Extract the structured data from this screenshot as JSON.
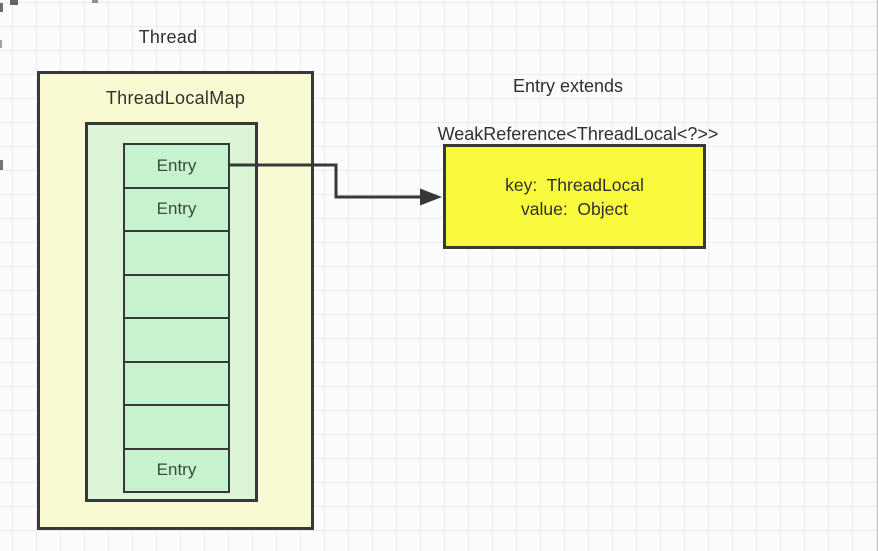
{
  "palette": {
    "canvas_bg": "#fcfcfc",
    "grid_line": "#ececec",
    "border": "#383838",
    "map_fill": "#fafad2",
    "table_fill": "#dcf5d6",
    "cell_fill": "#c6f2ce",
    "entry_fill": "#fafa3d"
  },
  "thread": {
    "label": "Thread"
  },
  "map": {
    "title": "ThreadLocalMap"
  },
  "stack": {
    "cells": [
      "Entry",
      "Entry",
      "",
      "",
      "",
      "",
      "",
      "Entry"
    ]
  },
  "note": {
    "line1": "Entry extends",
    "line2": "WeakReference<ThreadLocal<?>>"
  },
  "entry_box": {
    "line1": "key:  ThreadLocal",
    "line2": "value:  Object"
  }
}
